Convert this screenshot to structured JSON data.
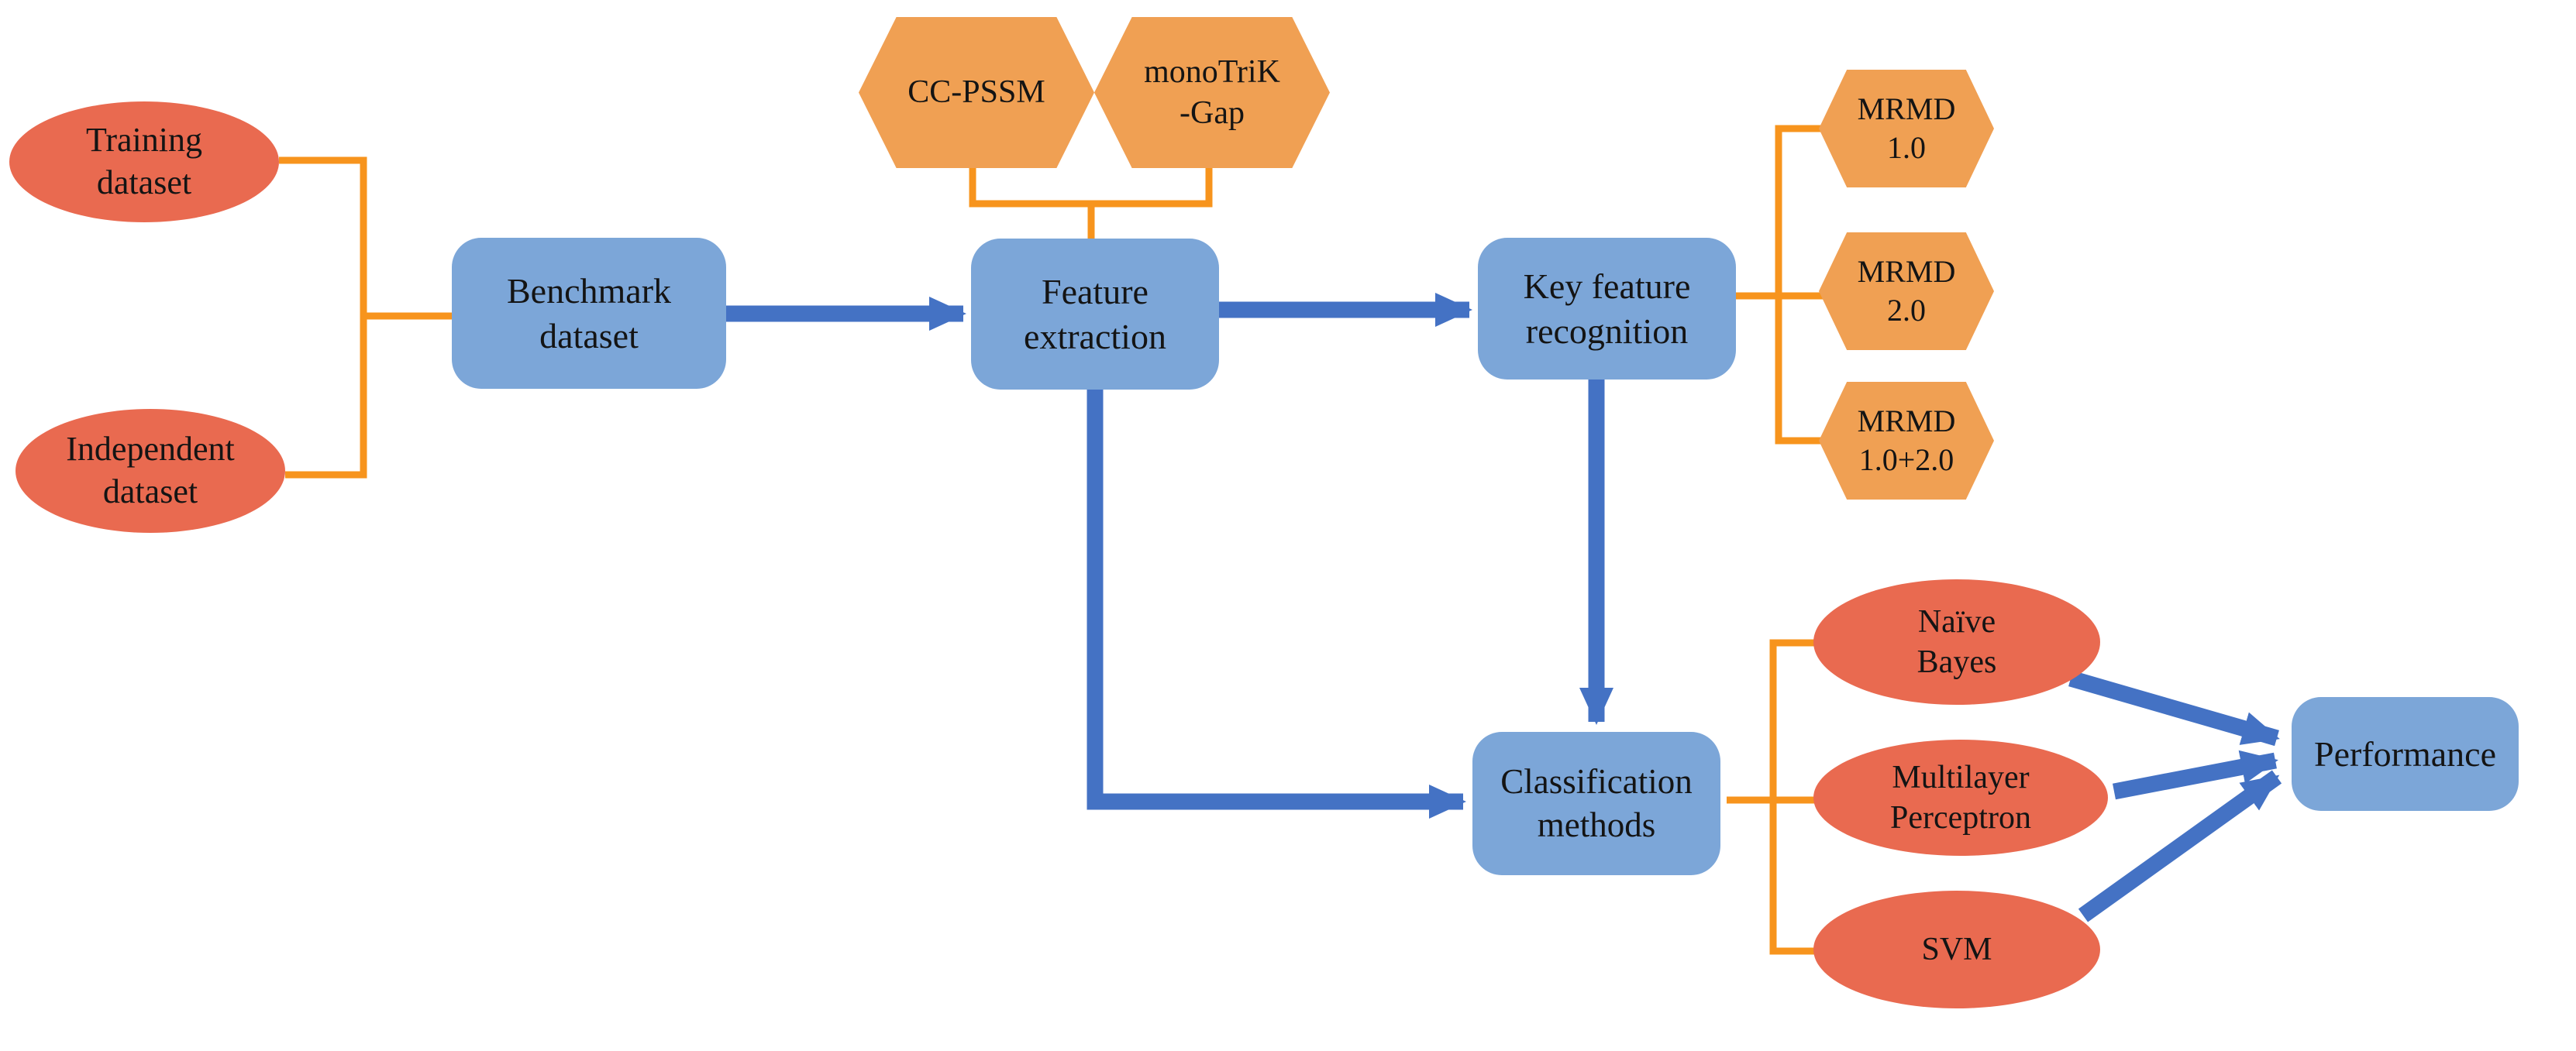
{
  "diagram": {
    "title": "Prediction pipeline flowchart",
    "colors": {
      "background": "#FFFFFF",
      "box_fill": "#7CA6D8",
      "ellipse_fill": "#E96A50",
      "hexagon_fill": "#F0A053",
      "connector_orange": "#F7941D",
      "arrow_blue": "#4472C4",
      "text": "#141414"
    },
    "nodes": {
      "training": {
        "shape": "ellipse",
        "label": "Training\ndataset"
      },
      "independent": {
        "shape": "ellipse",
        "label": "Independent\ndataset"
      },
      "benchmark": {
        "shape": "rounded-rect",
        "label": "Benchmark\ndataset"
      },
      "cc_pssm": {
        "shape": "hexagon",
        "label": "CC-PSSM"
      },
      "monotrik_gap": {
        "shape": "hexagon",
        "label": "monoTriK\n-Gap"
      },
      "feature_extraction": {
        "shape": "rounded-rect",
        "label": "Feature\nextraction"
      },
      "key_feature": {
        "shape": "rounded-rect",
        "label": "Key feature\nrecognition"
      },
      "mrmd_1": {
        "shape": "hexagon",
        "label": "MRMD\n1.0"
      },
      "mrmd_2": {
        "shape": "hexagon",
        "label": "MRMD\n2.0"
      },
      "mrmd_1_2": {
        "shape": "hexagon",
        "label": "MRMD\n1.0+2.0"
      },
      "classification": {
        "shape": "rounded-rect",
        "label": "Classification\nmethods"
      },
      "naive_bayes": {
        "shape": "ellipse",
        "label": "Naïve\nBayes"
      },
      "multilayer_perceptron": {
        "shape": "ellipse",
        "label": "Multilayer\nPerceptron"
      },
      "svm": {
        "shape": "ellipse",
        "label": "SVM"
      },
      "performance": {
        "shape": "rounded-rect",
        "label": "Performance"
      }
    }
  }
}
